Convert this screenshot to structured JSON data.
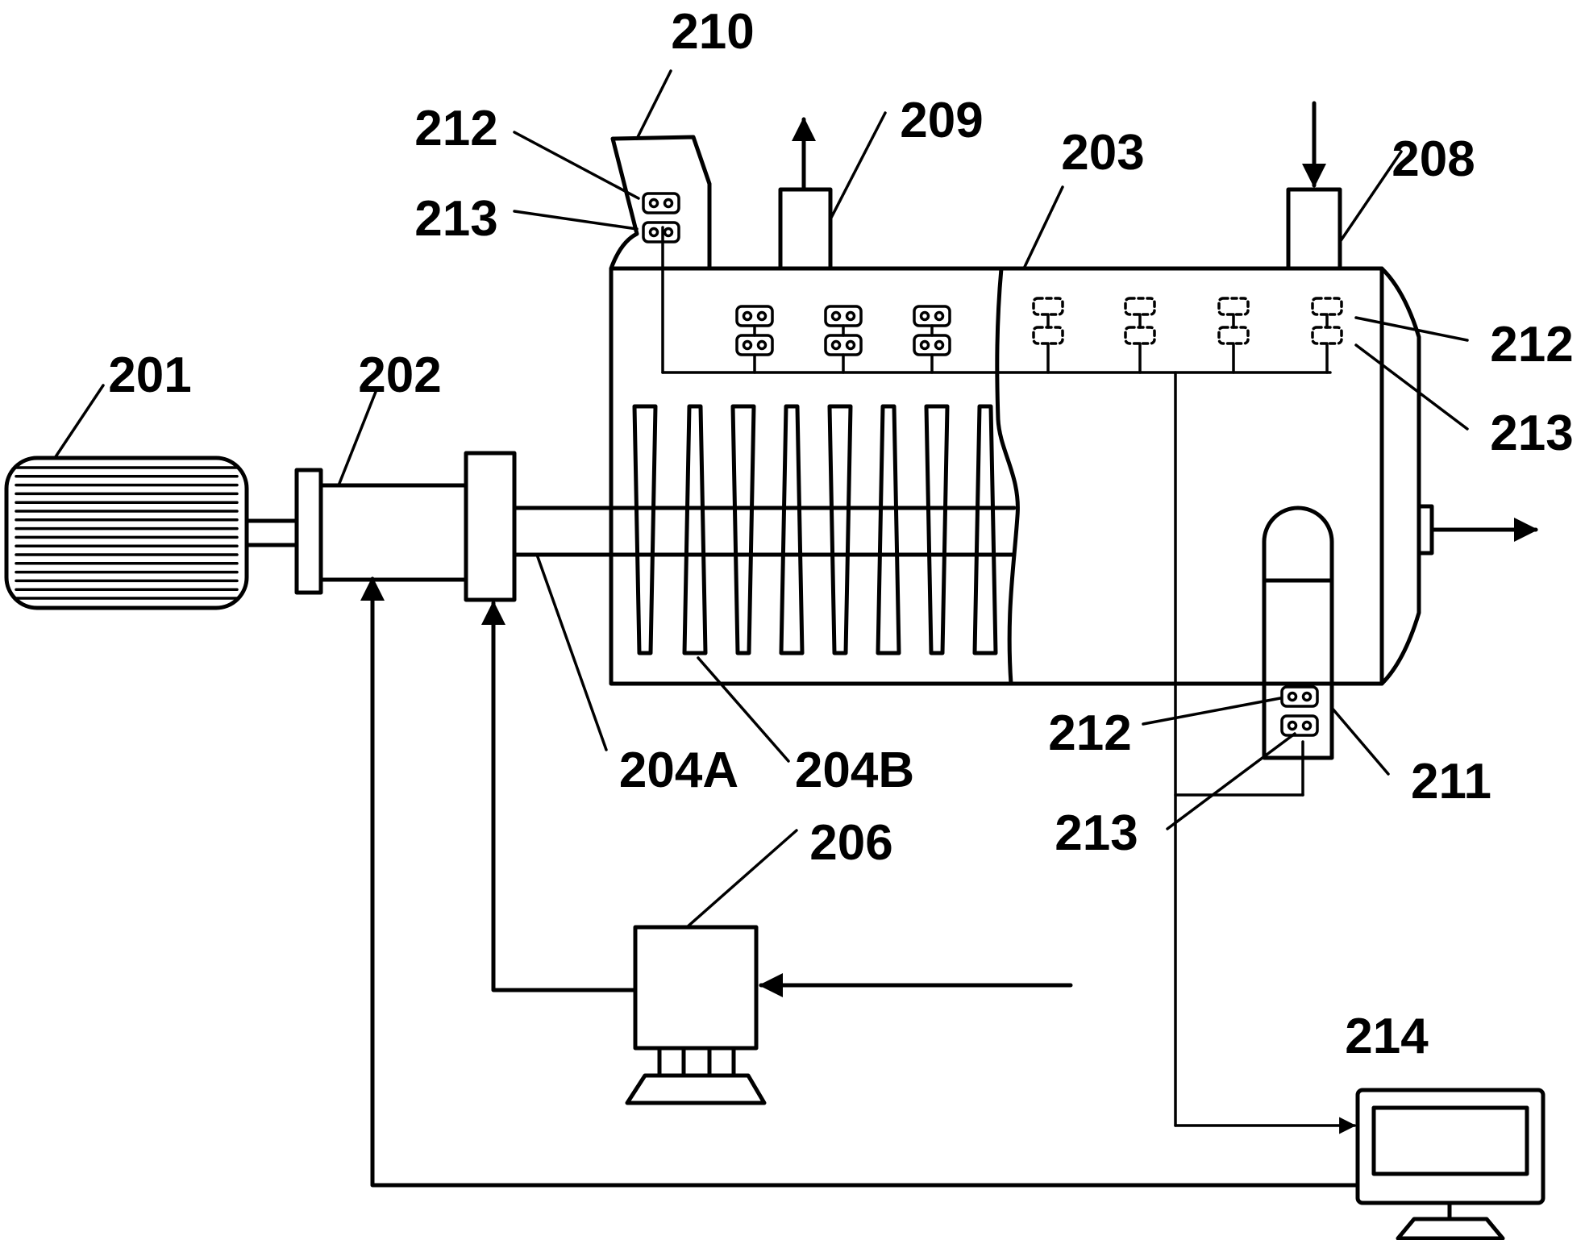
{
  "labels": {
    "l201": "201",
    "l202": "202",
    "l203": "203",
    "l204a": "204A",
    "l204b": "204B",
    "l206": "206",
    "l208": "208",
    "l209": "209",
    "l210": "210",
    "l211": "211",
    "l212": "212",
    "l213": "213",
    "l214": "214"
  }
}
